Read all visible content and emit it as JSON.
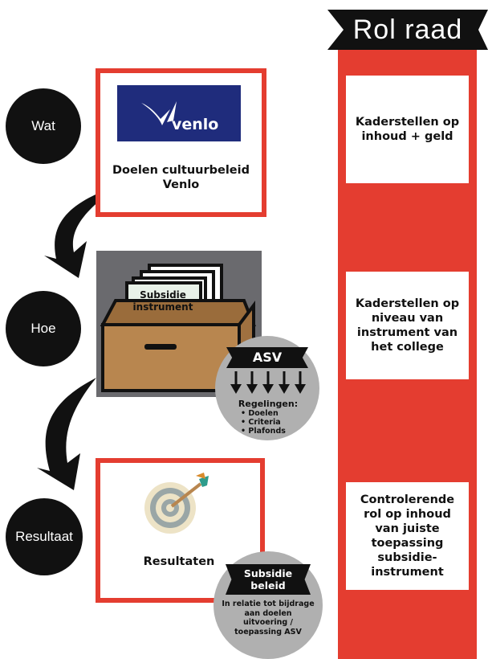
{
  "header": {
    "title": "Rol raad"
  },
  "steps": [
    {
      "label": "Wat"
    },
    {
      "label": "Hoe"
    },
    {
      "label": "Resultaat"
    }
  ],
  "wat_box": {
    "logo_text": "venlo",
    "caption": "Doelen cultuurbeleid Venlo"
  },
  "hoe_box": {
    "card_label": "Subsidie instrument",
    "asv": {
      "title": "ASV",
      "heading": "Regelingen:",
      "items": [
        "Doelen",
        "Criteria",
        "Plafonds"
      ]
    }
  },
  "resultaat_box": {
    "caption": "Resultaten",
    "subsidie": {
      "title": "Subsidie beleid",
      "text": "In relatie tot bijdrage aan doelen uitvoering / toepassing ASV"
    }
  },
  "rol_cards": [
    {
      "text": "Kaderstellen op inhoud + geld"
    },
    {
      "text": "Kaderstellen op niveau van instrument van het college"
    },
    {
      "text": "Controlerende rol op inhoud van juiste toepassing subsidie-instrument"
    }
  ],
  "colors": {
    "accent_red": "#e43d30",
    "black": "#111111",
    "venlo_blue": "#1f2c7c",
    "grey_panel": "#6a6a6e",
    "grey_circle": "#b0b0b0",
    "box_brown": "#b8864f"
  }
}
